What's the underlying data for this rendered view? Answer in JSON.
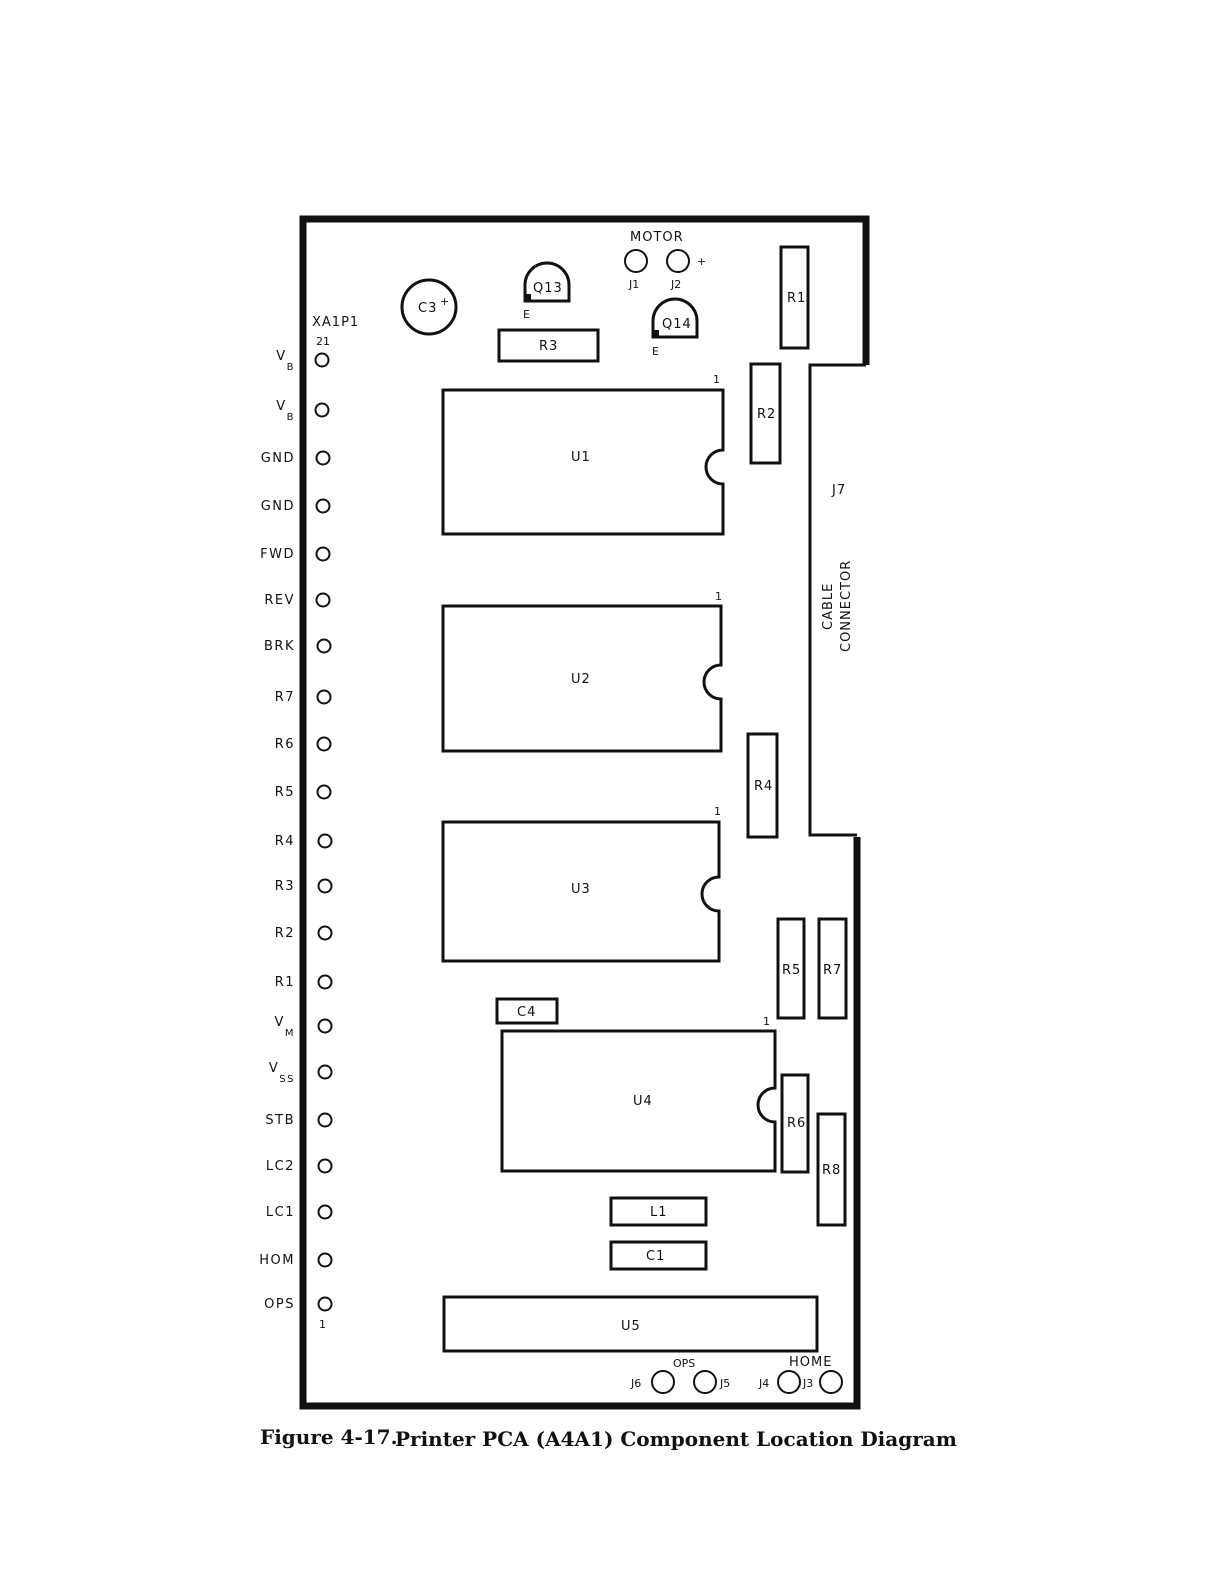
{
  "connector": {
    "name": "XA1P1",
    "pin_top": "21",
    "pin_bottom": "1"
  },
  "pins": [
    {
      "main": "V",
      "sub": "B"
    },
    {
      "main": "V",
      "sub": "B"
    },
    {
      "main": "GND",
      "sub": ""
    },
    {
      "main": "GND",
      "sub": ""
    },
    {
      "main": "FWD",
      "sub": ""
    },
    {
      "main": "REV",
      "sub": ""
    },
    {
      "main": "BRK",
      "sub": ""
    },
    {
      "main": "R7",
      "sub": ""
    },
    {
      "main": "R6",
      "sub": ""
    },
    {
      "main": "R5",
      "sub": ""
    },
    {
      "main": "R4",
      "sub": ""
    },
    {
      "main": "R3",
      "sub": ""
    },
    {
      "main": "R2",
      "sub": ""
    },
    {
      "main": "R1",
      "sub": ""
    },
    {
      "main": "V",
      "sub": "M"
    },
    {
      "main": "V",
      "sub": "SS"
    },
    {
      "main": "STB",
      "sub": ""
    },
    {
      "main": "LC2",
      "sub": ""
    },
    {
      "main": "LC1",
      "sub": ""
    },
    {
      "main": "HOM",
      "sub": ""
    },
    {
      "main": "OPS",
      "sub": ""
    }
  ],
  "motor": {
    "label": "MOTOR",
    "j1": "J1",
    "j2": "J2",
    "plus": "+"
  },
  "transistors": {
    "q13": "Q13",
    "q14": "Q14",
    "emitter": "E"
  },
  "capacitors": {
    "c3": "C3",
    "c3_plus": "+",
    "c4": "C4",
    "c1": "C1"
  },
  "resistors": {
    "r1": "R1",
    "r2": "R2",
    "r3": "R3",
    "r4": "R4",
    "r5": "R5",
    "r6": "R6",
    "r7": "R7",
    "r8": "R8"
  },
  "ics": {
    "u1": "U1",
    "u2": "U2",
    "u3": "U3",
    "u4": "U4",
    "u5": "U5",
    "pin1": "1"
  },
  "inductor": {
    "l1": "L1"
  },
  "cable": {
    "ref": "J7",
    "line1": "CABLE",
    "line2": "CONNECTOR"
  },
  "bottom": {
    "ops": "OPS",
    "home": "HOME",
    "j3": "J3",
    "j4": "J4",
    "j5": "J5",
    "j6": "J6"
  },
  "caption": {
    "number": "Figure 4-17.",
    "title": "Printer PCA (A4A1) Component Location Diagram"
  }
}
